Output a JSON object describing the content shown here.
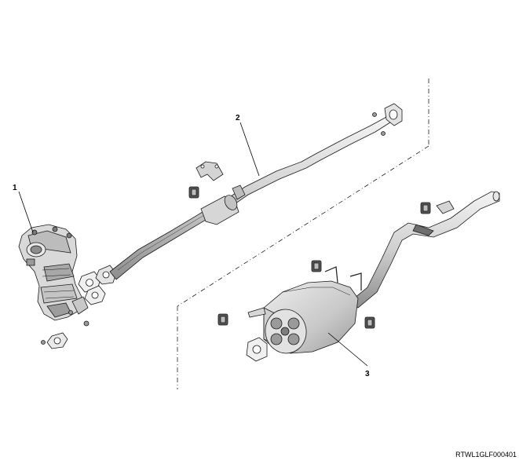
{
  "diagram": {
    "callouts": [
      {
        "id": "1",
        "label": "1"
      },
      {
        "id": "2",
        "label": "2"
      },
      {
        "id": "3",
        "label": "3"
      }
    ],
    "figure_code": "RTWL1GLF000401",
    "colors": {
      "line": "#1a1a1a",
      "pipe_light": "#e6e6e6",
      "pipe_mid": "#bdbdbd",
      "pipe_dark": "#7a7a7a",
      "leader": "#000000"
    }
  }
}
